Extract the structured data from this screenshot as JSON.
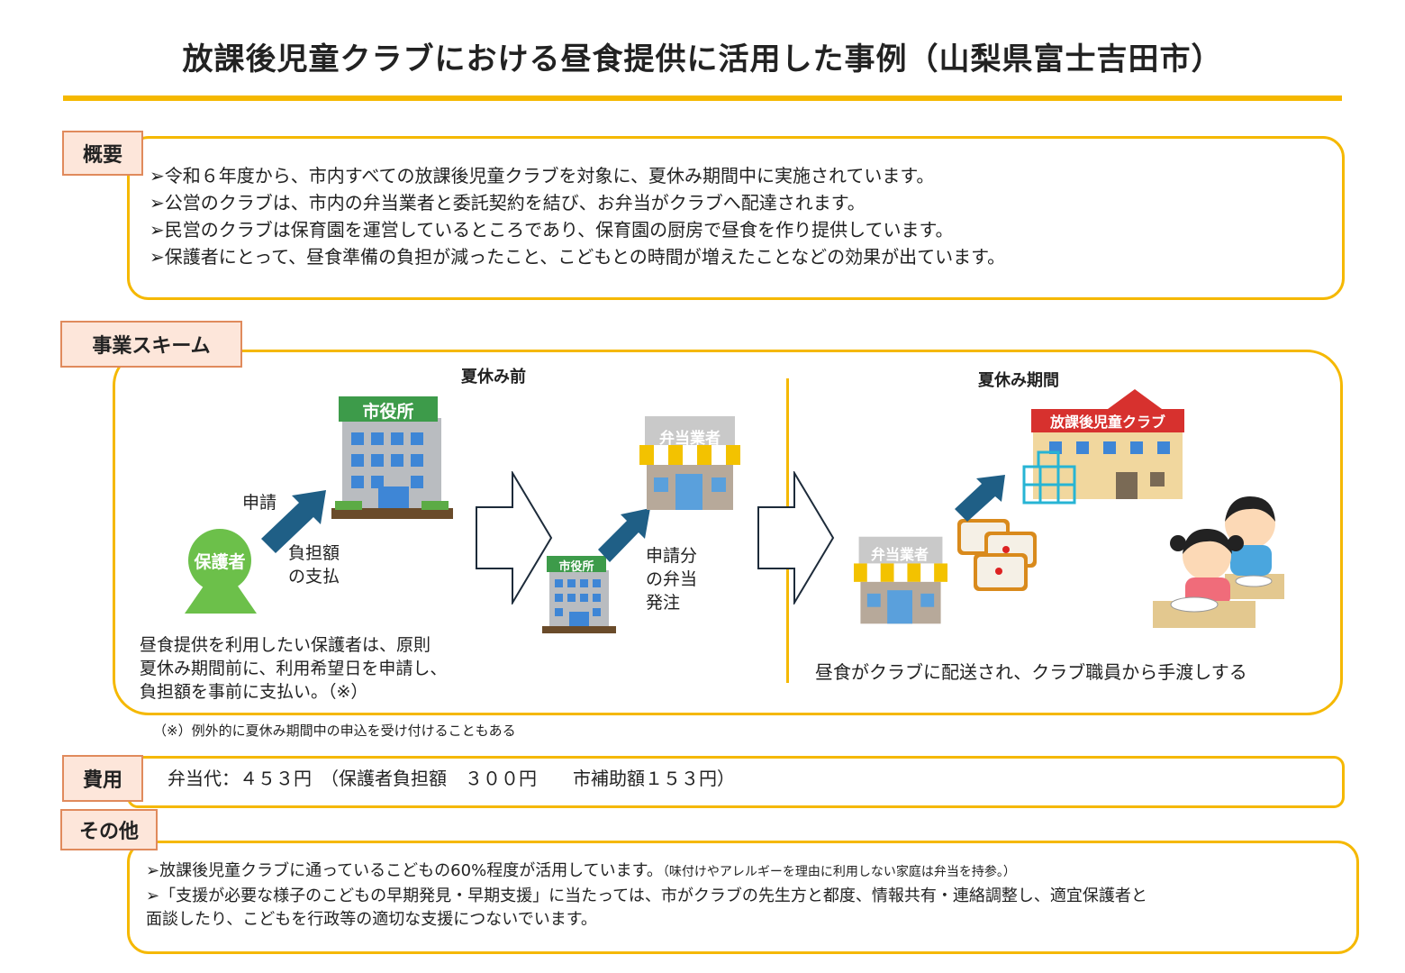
{
  "title": "放課後児童クラブにおける昼食提供に活用した事例（山梨県富士吉田市）",
  "overview": {
    "tag": "概要",
    "lines": [
      "➢令和６年度から、市内すべての放課後児童クラブを対象に、夏休み期間中に実施されています。",
      "➢公営のクラブは、市内の弁当業者と委託契約を結び、お弁当がクラブへ配達されます。",
      "➢民営のクラブは保育園を運営しているところであり、保育園の厨房で昼食を作り提供しています。",
      "➢保護者にとって、昼食準備の負担が減ったこと、こどもとの時間が増えたことなどの効果が出ています。"
    ]
  },
  "scheme": {
    "tag": "事業スキーム",
    "before": {
      "heading": "夏休み前",
      "guardian": "保護者",
      "apply": "申請",
      "payment": [
        "負担額",
        "の支払"
      ],
      "city_hall": "市役所",
      "order": [
        "申請分",
        "の弁当",
        "発注"
      ],
      "vendor": "弁当業者",
      "description": [
        "昼食提供を利用したい保護者は、原則",
        "夏休み期間前に、利用希望日を申請し、",
        "負担額を事前に支払い。（※）"
      ]
    },
    "during": {
      "heading": "夏休み期間",
      "vendor": "弁当業者",
      "club": "放課後児童クラブ",
      "description": "昼食がクラブに配送され、クラブ職員から手渡しする"
    },
    "note": "（※）例外的に夏休み期間中の申込を受け付けることもある"
  },
  "cost": {
    "tag": "費用",
    "text": "弁当代：４５３円　（保護者負担額　３００円　　市補助額１５３円）"
  },
  "other": {
    "tag": "その他",
    "line1": "➢放課後児童クラブに通っているこどもの60%程度が活用しています。",
    "line1_note": "（味付けやアレルギーを理由に利用しない家庭は弁当を持参。）",
    "line2": "➢「支援が必要な様子のこどもの早期発見・早期支援」に当たっては、市がクラブの先生方と都度、情報共有・連絡調整し、適宜保護者と",
    "line3": "面談したり、こどもを行政等の適切な支援につないでいます。"
  },
  "colors": {
    "accent": "#f5b800",
    "tag_bg": "#fde6da",
    "tag_border": "#e08a5c",
    "arrow": "#1f5f86",
    "building": "#4a90d9",
    "green": "#6cc04a"
  }
}
